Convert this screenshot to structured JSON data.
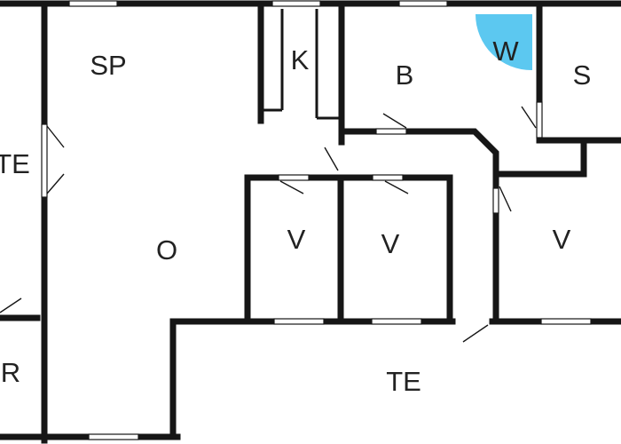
{
  "plan": {
    "rooms": [
      {
        "key": "sp",
        "label": "SP"
      },
      {
        "key": "k",
        "label": "K"
      },
      {
        "key": "b",
        "label": "B"
      },
      {
        "key": "w",
        "label": "W"
      },
      {
        "key": "s",
        "label": "S"
      },
      {
        "key": "te_left",
        "label": "TE"
      },
      {
        "key": "o",
        "label": "O"
      },
      {
        "key": "v1",
        "label": "V"
      },
      {
        "key": "v2",
        "label": "V"
      },
      {
        "key": "v3",
        "label": "V"
      },
      {
        "key": "r",
        "label": "R"
      },
      {
        "key": "te_bottom",
        "label": "TE"
      }
    ],
    "colors": {
      "wall": "#161616",
      "shower": "#5cc8f0",
      "background": "#ffffff"
    }
  }
}
